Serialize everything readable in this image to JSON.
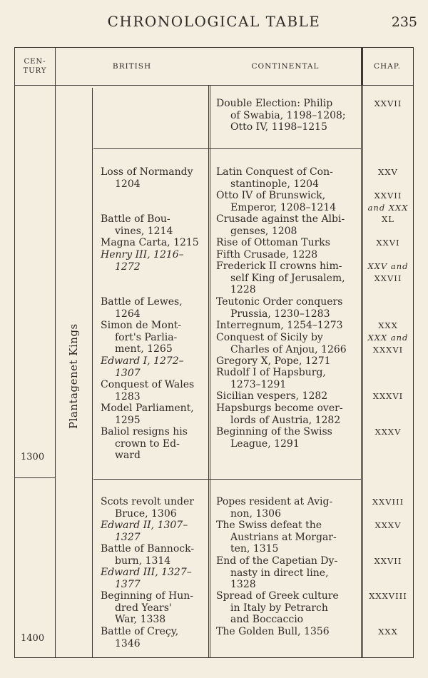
{
  "header": {
    "title": "CHRONOLOGICAL TABLE",
    "page": "235"
  },
  "columns": {
    "century": [
      "CEN-",
      "TURY"
    ],
    "british": "BRITISH",
    "continental": "CONTINENTAL",
    "chap": "CHAP."
  },
  "side_label": "Plantagenet Kings",
  "centuries": [
    "1300",
    "1400"
  ],
  "british": [
    [
      "Loss of Normandy",
      "1204"
    ],
    [
      "Battle of Bou-",
      "vines, 1214"
    ],
    [
      "Magna Carta, 1215"
    ],
    [
      "Henry III, 1216–",
      "1272"
    ],
    [
      "Battle of Lewes,",
      "1264"
    ],
    [
      "Simon de Mont-",
      "fort's Parlia-",
      "ment, 1265"
    ],
    [
      "Edward I, 1272–",
      "1307"
    ],
    [
      "Conquest of Wales",
      "1283"
    ],
    [
      "Model Parliament,",
      "1295"
    ],
    [
      "Baliol resigns his",
      "crown to Ed-",
      "ward"
    ],
    [
      "Scots revolt under",
      "Bruce, 1306"
    ],
    [
      "Edward II, 1307–",
      "1327"
    ],
    [
      "Battle of Bannock-",
      "burn, 1314"
    ],
    [
      "Edward III, 1327–",
      "1377"
    ],
    [
      "Beginning of Hun-",
      "dred Years'",
      "War, 1338"
    ],
    [
      "Battle of Creçy,",
      "1346"
    ]
  ],
  "continental": [
    [
      "Double Election: Philip",
      "of Swabia, 1198–1208;",
      "Otto IV, 1198–1215"
    ],
    [
      "Latin Conquest of Con-",
      "stantinople, 1204"
    ],
    [
      "Otto IV of Brunswick,",
      "Emperor, 1208–1214"
    ],
    [
      "Crusade against the Albi-",
      "genses, 1208"
    ],
    [
      "Rise of Ottoman Turks"
    ],
    [
      "Fifth Crusade, 1228"
    ],
    [
      "Frederick II crowns him-",
      "self King of Jerusalem,",
      "1228"
    ],
    [
      "Teutonic Order conquers",
      "Prussia, 1230–1283"
    ],
    [
      "Interregnum, 1254–1273"
    ],
    [
      "Conquest of Sicily by",
      "Charles of Anjou, 1266"
    ],
    [
      "Gregory X, Pope, 1271"
    ],
    [
      "Rudolf I of Hapsburg,",
      "1273–1291"
    ],
    [
      "Sicilian vespers, 1282"
    ],
    [
      "Hapsburgs become over-",
      "lords of Austria, 1282"
    ],
    [
      "Beginning of the Swiss",
      "League, 1291"
    ],
    [
      "Popes resident at Avig-",
      "non, 1306"
    ],
    [
      "The Swiss defeat the",
      "Austrians at Morgar-",
      "ten, 1315"
    ],
    [
      "End of the Capetian Dy-",
      "nasty in direct line,",
      "1328"
    ],
    [
      "Spread of Greek culture",
      "in Italy by Petrarch",
      "and Boccaccio"
    ],
    [
      "The Golden Bull, 1356"
    ]
  ],
  "chapters": [
    [
      "XXVII"
    ],
    [
      "XXV"
    ],
    [
      "XXVII",
      "and XXX"
    ],
    [
      "XL"
    ],
    [
      "XXVI"
    ],
    [
      "XXV and",
      "XXVII"
    ],
    [
      "XXX"
    ],
    [
      "XXX and",
      "XXXVI"
    ],
    [
      "XXXVI"
    ],
    [
      "XXXV"
    ],
    [
      "XXVIII"
    ],
    [
      "XXXV"
    ],
    [
      "XXVII"
    ],
    [
      "XXXVIII"
    ],
    [
      "XXX"
    ]
  ]
}
